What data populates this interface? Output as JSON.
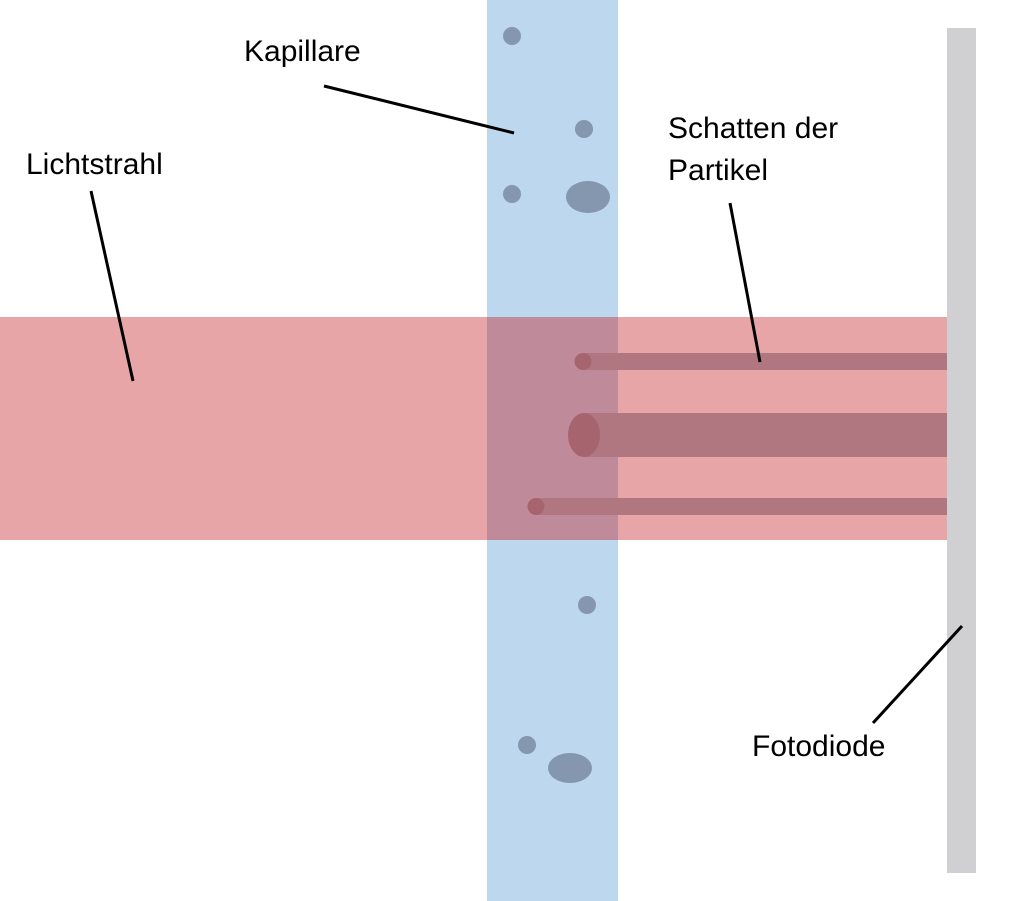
{
  "labels": {
    "capillary": "Kapillare",
    "light_beam": "Lichtstrahl",
    "shadows_line1": "Schatten der",
    "shadows_line2": "Partikel",
    "photodiode": "Fotodiode"
  },
  "colors": {
    "background": "#ffffff",
    "capillary": "#bdd7ee",
    "light_beam": "#e8a5a7",
    "beam_over_capillary": "#bf8a99",
    "shadow": "#b07780",
    "shadow_end": "#a6646f",
    "particle": "#8597af",
    "photodiode": "#d0cfd1",
    "leader_line": "#000000"
  }
}
